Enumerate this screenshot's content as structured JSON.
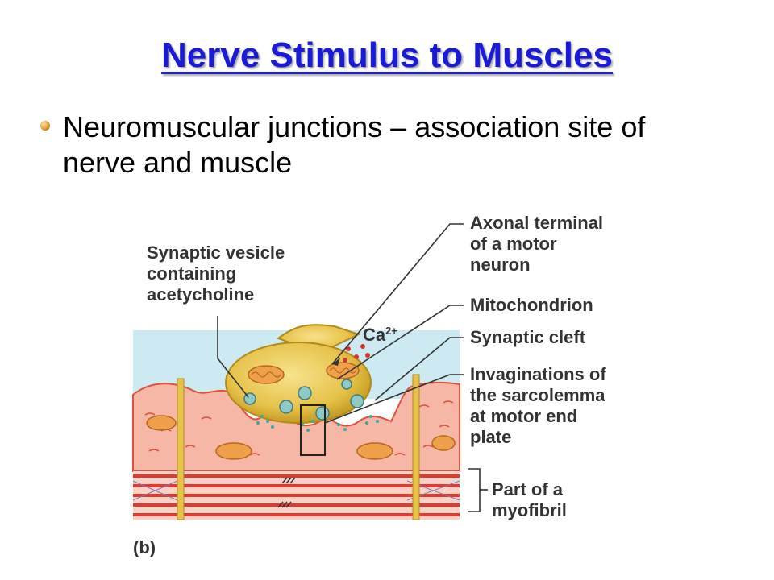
{
  "slide": {
    "title": "Nerve Stimulus to Muscles",
    "bullet": "Neuromuscular junctions – association site of nerve and muscle"
  },
  "figure": {
    "panel_label": "(b)",
    "ion_label": "Ca",
    "ion_charge": "2+",
    "labels": {
      "synaptic_vesicle": [
        "Synaptic vesicle",
        "containing",
        "acetycholine"
      ],
      "axonal_terminal": [
        "Axonal terminal",
        "of a motor",
        "neuron"
      ],
      "mitochondrion": [
        "Mitochondrion"
      ],
      "synaptic_cleft": [
        "Synaptic cleft"
      ],
      "invaginations": [
        "Invaginations of",
        "the sarcolemma",
        "at motor end",
        "plate"
      ],
      "myofibril": [
        "Part of a",
        "myofibril"
      ]
    }
  },
  "colors": {
    "title": "#1a1ad8",
    "fluid": "#cde9f2",
    "muscle": "#f6b7a6",
    "muscle_edge": "#e0503a",
    "terminal": "#e6c24a",
    "terminal_edge": "#b38a1a",
    "mitochondrion": "#f0a04a",
    "vesicle": "#8ec9c8",
    "myofibril_band": "#e23a2e"
  }
}
